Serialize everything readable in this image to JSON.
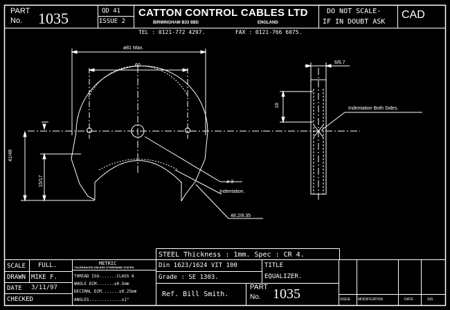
{
  "header": {
    "part_label_1": "PART",
    "part_label_2": "No.",
    "part_number": "1035",
    "qd": "QD 41",
    "issue": "ISSUE 2",
    "company": "CATTON CONTROL CABLES LTD",
    "location_city": "BIRMINGHAM B33 8BD",
    "location_country": "ENGLAND",
    "tel": "TEL : 0121-772 4297.",
    "fax": "FAX : 0121-766 6075.",
    "scale_note_1": "DO NOT SCALE-",
    "scale_note_2": "IF IN DOUBT ASK",
    "cad": "CAD"
  },
  "drawing": {
    "dim_overall_width": "ø81 Max.",
    "dim_hole_centres": "60",
    "dim_height_1": "41/48",
    "dim_height_2": "15/17",
    "dim_hole_dia": "ø 3",
    "dim_indentation": "Indentation.",
    "dim_radius": "48.2/8.35",
    "side_dim_thickness": "6/6.7",
    "side_dim_height": "18",
    "side_note": "Indentation Both Sides."
  },
  "title_block": {
    "material": "STEEL Thickness : 1mm. Spec : CR 4.",
    "din": "Din 1623/1624 VIT 100",
    "grade": "Grade : SE 1303.",
    "title_label": "TITLE",
    "title": "EQUALIZER.",
    "reference": "Ref. Bill Smith.",
    "part_label_1": "PART",
    "part_label_2": "No.",
    "part_number": "1035",
    "scale_label": "SCALE",
    "scale_value": "FULL.",
    "drawn_label": "DRAWN",
    "drawn_value": "MIKE F.",
    "date_label": "DATE",
    "date_value": "3/11/97",
    "checked_label": "CHECKED",
    "metric_title": "METRIC",
    "metric_note": "TOLERANCES UNLESS OTHERWISE STATED",
    "tol_thread": "THREAD ISO.......CLASS 6",
    "tol_whole": "WHOLE DIM.......±0.5mm",
    "tol_decimal": "DECIMAL DIM.......±0.25mm",
    "tol_angles": "ANGLES.............±1°",
    "rev_issue": "ISSUE",
    "rev_modification": "MODIFICATION",
    "rev_date": "DATE",
    "rev_sig": "SIG"
  }
}
